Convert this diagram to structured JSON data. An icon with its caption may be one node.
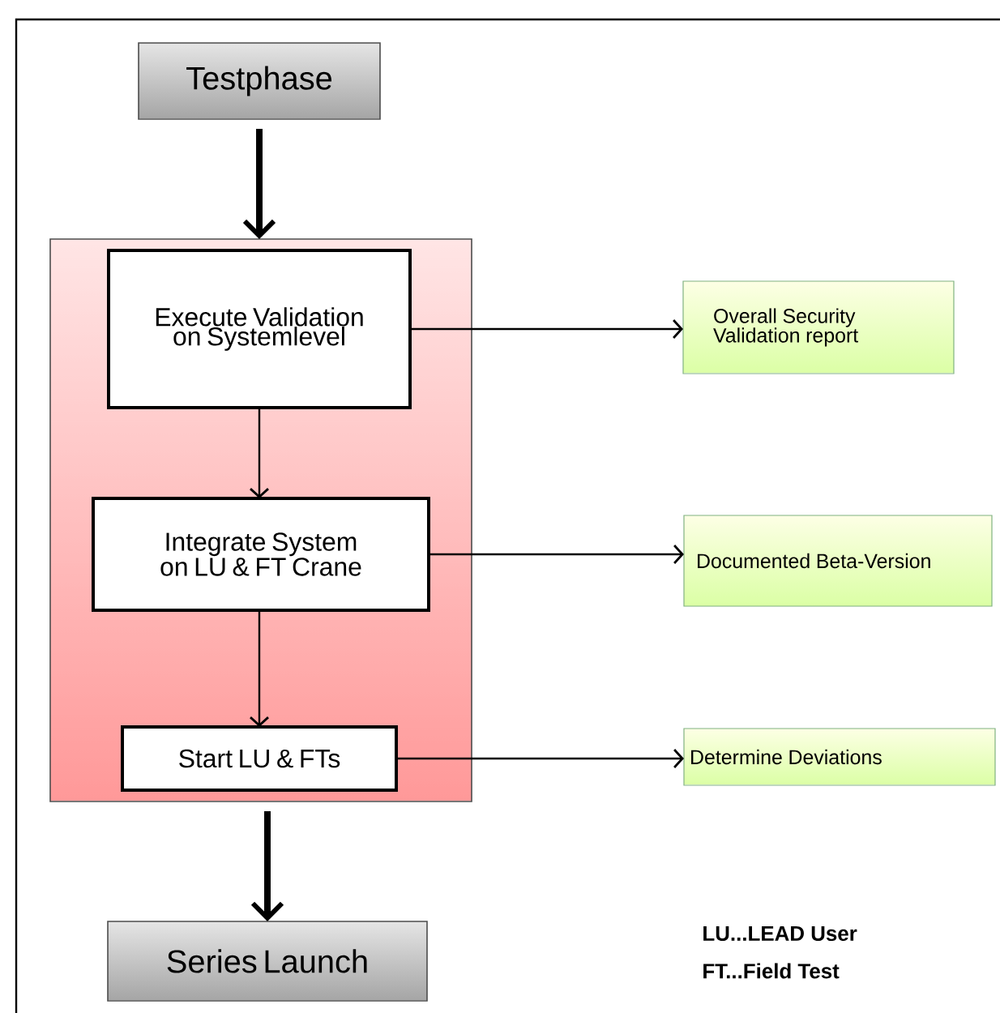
{
  "diagram": {
    "nodes": [
      {
        "text": [
          "Testphase"
        ]
      },
      {
        "text": [],
        "shape": "box"
      },
      {
        "text": [
          "Execute Validation on Systemlevel"
        ],
        "in": 1
      },
      {
        "text": [
          "Integrate System on LU & FT Crane"
        ],
        "in": 1
      },
      {
        "text": [
          "Start LU & FTs"
        ],
        "in": 1
      },
      {
        "text": [
          "Series Launch"
        ]
      },
      {
        "text": [
          "Overall Security Validation report"
        ]
      },
      {
        "text": [
          "Documented Beta-Version"
        ]
      },
      {
        "text": [
          "Determine Deviations"
        ]
      }
    ],
    "edges": [
      {
        "from": 0,
        "to": 1,
        "arrow": "to",
        "style": "thick"
      },
      {
        "from": 2,
        "to": 3,
        "arrow": "to"
      },
      {
        "from": 3,
        "to": 4,
        "arrow": "to"
      },
      {
        "from": 1,
        "to": 5,
        "arrow": "to",
        "style": "thick"
      },
      {
        "from": 2,
        "to": 6,
        "arrow": "to"
      },
      {
        "from": 3,
        "to": 7,
        "arrow": "to"
      },
      {
        "from": 4,
        "to": 8,
        "arrow": "to"
      }
    ],
    "labels": [
      "LU...LEAD User",
      "FT...Field Test"
    ]
  }
}
